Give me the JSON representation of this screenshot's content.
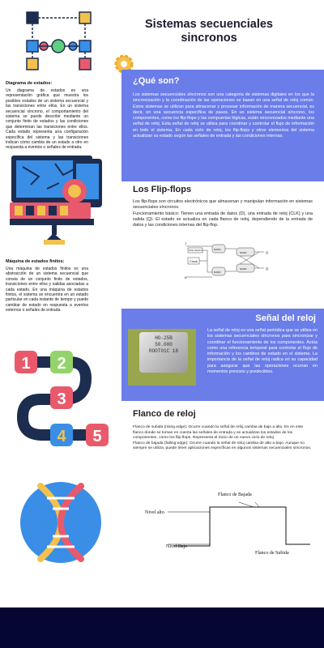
{
  "page": {
    "title": "Sistemas secuenciales sincronos",
    "accent": "#6b7de8",
    "footer_color": "#050632"
  },
  "left": {
    "diagram": {
      "heading": "Diagrama de estados:",
      "text": "Un diagrama de estados es una representación gráfica que muestra los posibles estados de un sistema secuencial y las transiciones entre ellos. En un sistema secuencial síncrono, el comportamiento del sistema se puede describir mediante un conjunto finito de estados y las condiciones que determinan las transiciones entre ellos. Cada estado representa una configuración específica del sistema y las transiciones indican cómo cambia de un estado a otro en respuesta a eventos o señales de entrada."
    },
    "machine": {
      "heading": "Máquina de estados finitos:",
      "text": "Una máquina de estados finitos es una abstracción de un sistema secuencial que consta de un conjunto finito de estados, transiciones entre ellos y salidas asociadas a cada estado. En una máquina de estados finitos, el sistema se encuentra en un estado particular en cada instante de tiempo y puede cambiar de estado en respuesta a eventos externos o señales de entrada."
    },
    "steps": [
      "1",
      "2",
      "3",
      "4",
      "5"
    ]
  },
  "que_son": {
    "heading": "¿Qué son?",
    "text": "Los sistemas secuenciales síncronos son una categoría de sistemas digitales en los que la sincronización y la coordinación de las operaciones se basan en una señal de reloj común. Estos sistemas se utilizan para almacenar y procesar información de manera secuencial, es decir, en una secuencia específica de pasos. En un sistema secuencial síncrono, los componentes, como los flip-flops y las compuertas lógicas, están sincronizados mediante una señal de reloj. Esta señal de reloj se utiliza para coordinar y controlar el flujo de información en todo el sistema. En cada ciclo de reloj, los flip-flops y otros elementos del sistema actualizan su estado según las señales de entrada y las condiciones internas."
  },
  "flipflops": {
    "heading": "Los Flip-flops",
    "text1": "Los flip-flops son circuitos electrónicos que almacenan y manipulan información en sistemas secuenciales síncronos.",
    "text2": "Funcionamiento básico: Tienen una entrada de datos (D), una entrada de reloj (CLK) y una salida (Q). El estado se actualiza en cada flanco de reloj, dependiendo de la entrada de datos y las condiciones internas del flip-flop.",
    "diagram": {
      "j": "J",
      "k": "K",
      "clock": "Clock",
      "pulse": "Pulse detector",
      "nand1": "NAND",
      "nand2": "NAND",
      "nand3": "NAND",
      "nand4": "NAND",
      "q": "Q",
      "qbar": "Q̄"
    }
  },
  "senal": {
    "heading": "Señal del reloj",
    "text": "La señal de reloj es una señal periódica que se utiliza en los sistemas secuenciales síncronos para sincronizar y coordinar el funcionamiento de los componentes. Actúa como una referencia temporal para controlar el flujo de información y los cambios de estado en el sistema. La importancia de la señal de reloj radica en su capacidad para asegurar que las operaciones ocurran en momentos precisos y predecibles.",
    "crystal_lines": [
      "HO-25B",
      "50.000",
      "ROOT01C 18"
    ]
  },
  "flanco": {
    "heading": "Flanco de reloj",
    "text1": "Flanco de subida (rising edge): Ocurre cuando la señal de reloj cambia de bajo a alto. Es en este flanco donde se toman en cuenta las señales de entrada y se actualizan los estados de los componentes, como los flip-flops. Representa el inicio de un nuevo ciclo de reloj.",
    "text2": "Flanco de bajada (falling edge): Ocurre cuando la señal de reloj cambia de alto a bajo. Aunque no siempre se utiliza, puede tener aplicaciones específicas en algunos sistemas secuenciales síncronos.",
    "wave": {
      "bajada": "Flanco de Bajada",
      "alto": "Nivel alto",
      "bajo": "Nivel Bajo",
      "subida": "Flanco de Subida"
    }
  }
}
